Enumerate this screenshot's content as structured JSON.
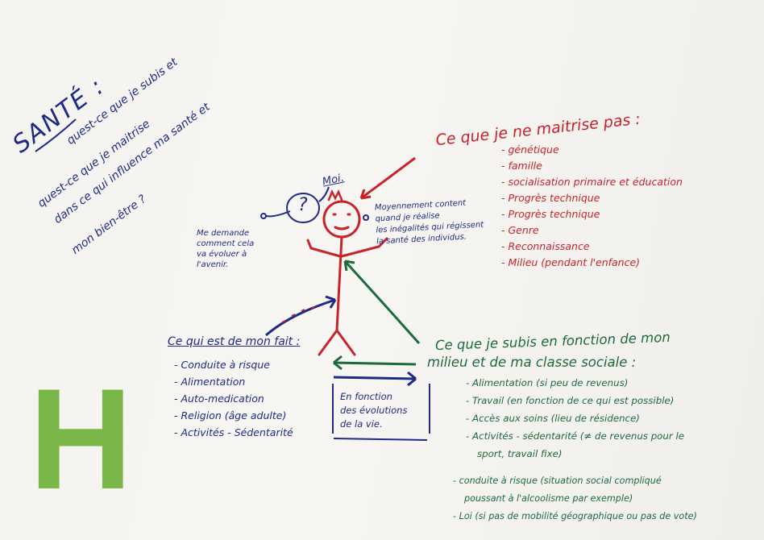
{
  "title": {
    "word": "SANTÉ :",
    "line1": "quest-ce que je subis et",
    "line2": "quest-ce que je maitrise",
    "line3": "dans ce qui influence ma santé et",
    "line4": "mon bien-être ?"
  },
  "figure": {
    "moi_label": "Moi.",
    "question_mark": "?"
  },
  "left_note": {
    "lines": [
      "Me demande",
      "comment cela",
      "va évoluer à",
      "l'avenir."
    ]
  },
  "middle_note": {
    "lines": [
      "Moyennement content",
      "quand je réalise",
      "les inégalités qui régissent",
      "la santé des individus."
    ]
  },
  "pas_maitrise": {
    "title": "Ce que je ne maitrise pas :",
    "items": [
      "génétique",
      "famille",
      "socialisation primaire et éducation",
      "Progrès technique",
      "Progrès technique",
      "Genre",
      "Reconnaissance",
      "Milieu (pendant l'enfance)"
    ]
  },
  "mon_fait": {
    "title": "Ce qui est de mon fait :",
    "items": [
      "Conduite à risque",
      "Alimentation",
      "Auto-medication",
      "Religion (âge adulte)",
      "Activités - Sédentarité"
    ]
  },
  "evolutions": {
    "lines": [
      "En fonction",
      "des évolutions",
      "de la vie."
    ]
  },
  "subis": {
    "title1": "Ce que je subis en fonction de mon",
    "title2": "milieu et de ma classe sociale :",
    "items": [
      "Alimentation (si peu de revenus)",
      "Travail (en fonction de ce qui est possible)",
      "Accès aux soins (lieu de résidence)",
      "Activités - sédentarité (≠ de revenus pour le",
      "sport, travail fixe)",
      "conduite à risque (situation social compliqué",
      "poussant à l'alcoolisme par exemple)",
      "Loi (si pas de mobilité géographique ou pas de vote)"
    ]
  },
  "logo": {
    "letter": "H"
  },
  "colors": {
    "paper": "#f5f4f0",
    "blue_marker": "#1f2a86",
    "red_marker": "#c8232b",
    "green_marker": "#1d6b3c",
    "logo_green": "#7ab648"
  }
}
